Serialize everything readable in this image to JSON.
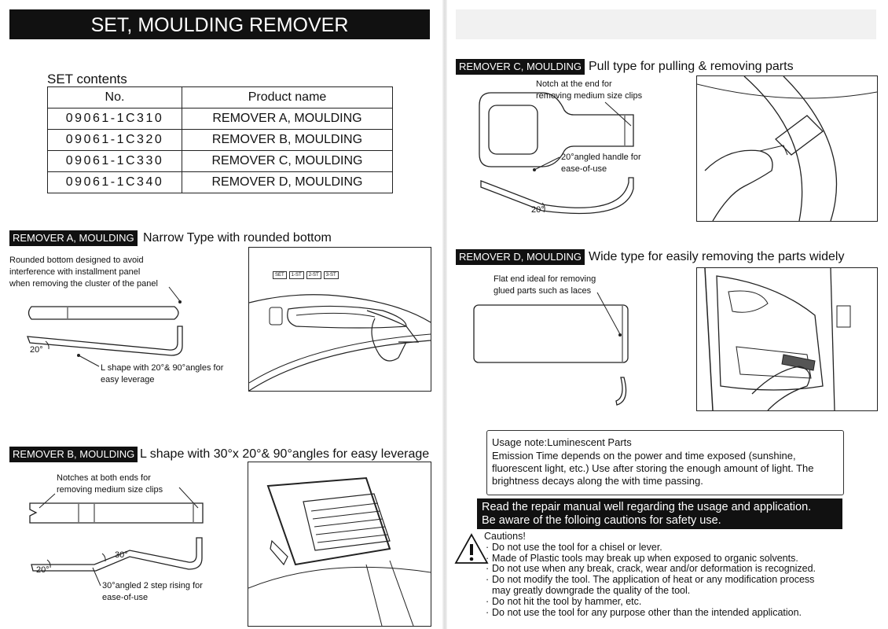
{
  "header": {
    "title": "SET, MOULDING   REMOVER"
  },
  "set": {
    "label": "SET contents",
    "col_no": "No.",
    "col_name": "Product name",
    "rows": [
      {
        "no": "09061-1C310",
        "name": "REMOVER A, MOULDING"
      },
      {
        "no": "09061-1C320",
        "name": "REMOVER B, MOULDING"
      },
      {
        "no": "09061-1C330",
        "name": "REMOVER C, MOULDING"
      },
      {
        "no": "09061-1C340",
        "name": "REMOVER D, MOULDING"
      }
    ]
  },
  "a": {
    "label": "REMOVER A, MOULDING",
    "title": "Narrow Type with rounded bottom",
    "note1": [
      "Rounded bottom designed to avoid",
      "interference with installment panel",
      "when removing the cluster of the panel"
    ],
    "angle": "20°",
    "note2": [
      "L shape with 20°& 90°angles for",
      "easy leverage"
    ],
    "buttons": [
      "SET",
      "1-ST",
      "2-ST",
      "3-ST"
    ]
  },
  "b": {
    "label": "REMOVER B, MOULDING",
    "title": "L shape with 30°x  20°& 90°angles for easy leverage",
    "note1": [
      "Notches at both ends for",
      "removing medium size clips"
    ],
    "angle1": "30°",
    "angle2": "20°",
    "note2": [
      "30°angled 2 step rising for",
      "ease-of-use"
    ]
  },
  "c": {
    "label": "REMOVER C, MOULDING",
    "title": "Pull type for pulling & removing parts",
    "note1": [
      "Notch at the end for",
      "removing medium size clips"
    ],
    "note2": [
      "20°angled handle for",
      "ease-of-use"
    ],
    "angle": "20°"
  },
  "d": {
    "label": "REMOVER D, MOULDING",
    "title": "Wide type for easily removing the parts widely",
    "note1": [
      "Flat end ideal for removing",
      "glued parts such as laces"
    ]
  },
  "usage": {
    "heading": "Usage note:Luminescent Parts",
    "body": "   Emission Time depends on the power and time exposed (sunshine, fluorescent light, etc.)   Use after storing the enough amount of light. The brightness decays along the with time passing."
  },
  "warning": {
    "lines": [
      "Read the repair manual well regarding the usage and application.",
      "Be aware of the folloing cautions for safety use."
    ]
  },
  "cautions": {
    "title": "Cautions!",
    "items": [
      "Do not use the tool for a chisel or lever.",
      "Made of Plastic tools may break up when exposed to organic solvents.",
      "Do not use when any break, crack, wear and/or deformation is recognized.",
      "Do not modify the tool.  The application of heat or any modification process",
      "may greatly  downgrade the quality of the tool.",
      "Do not hit the tool by hammer, etc.",
      "Do not use the tool for any purpose other than the intended application."
    ]
  }
}
